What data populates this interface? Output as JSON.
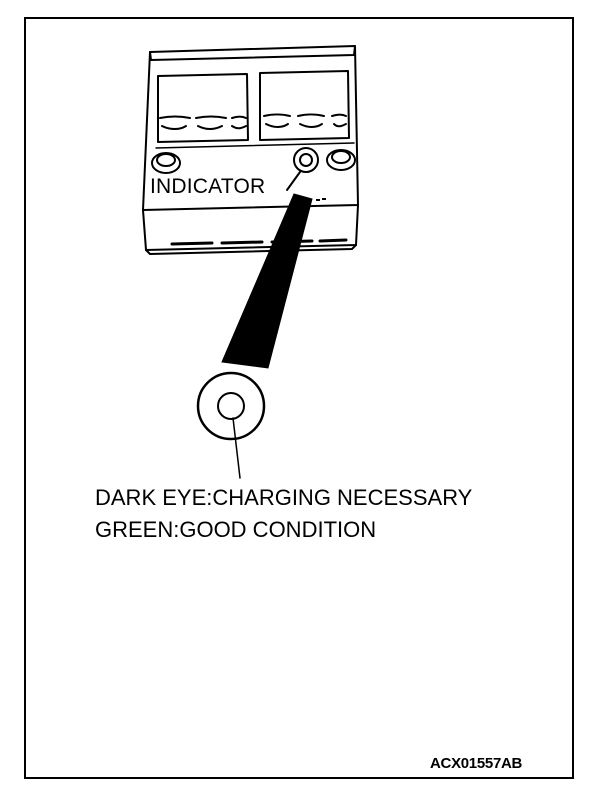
{
  "labels": {
    "indicator": "INDICATOR",
    "dark_eye": "DARK EYE:CHARGING NECESSARY",
    "green": "GREEN:GOOD CONDITION",
    "figure_code": "ACX01557AB"
  },
  "colors": {
    "ink": "#000000",
    "paper": "#ffffff"
  }
}
